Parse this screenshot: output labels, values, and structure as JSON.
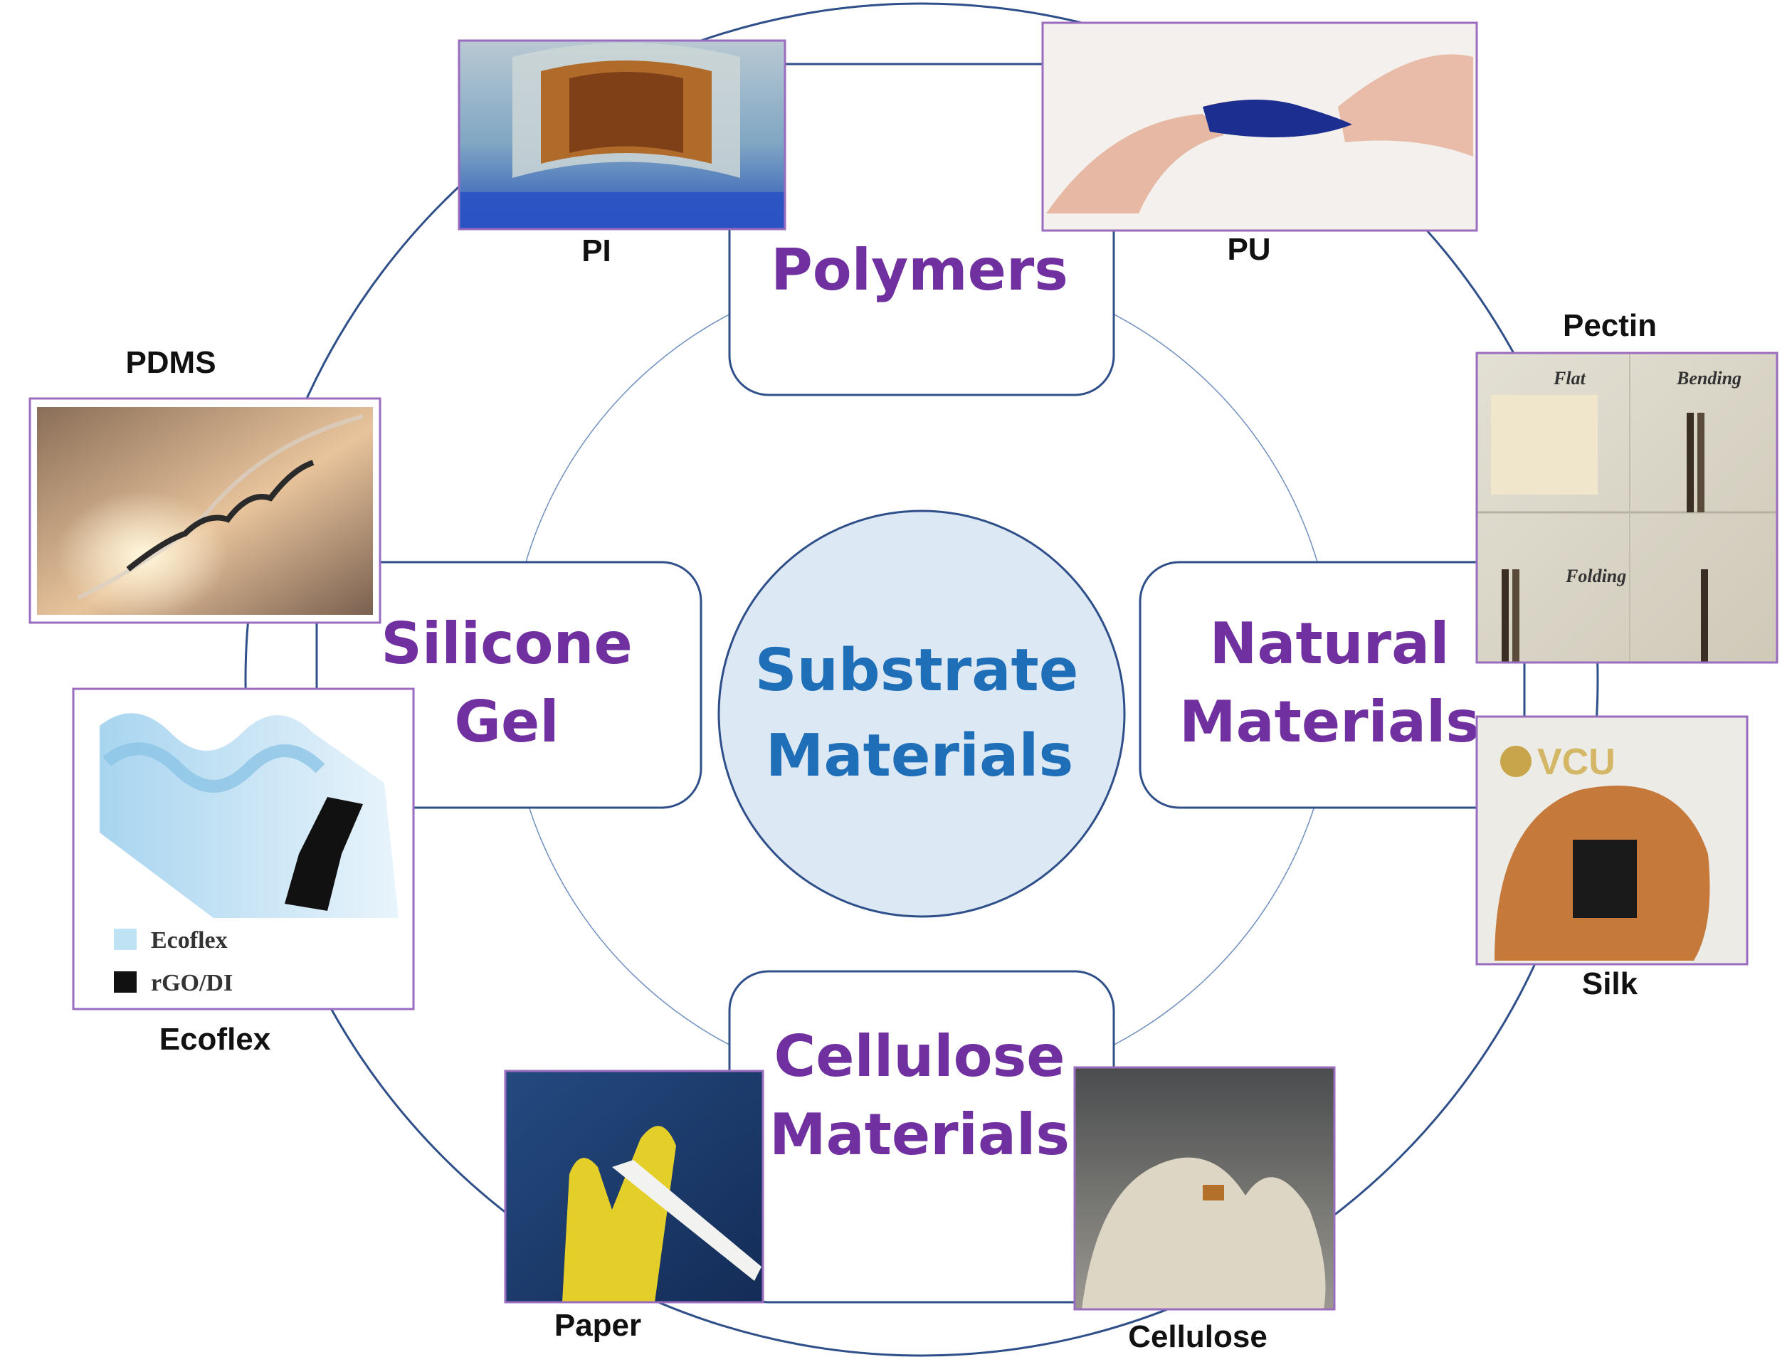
{
  "center": {
    "line1": "Substrate",
    "line2": "Materials"
  },
  "categories": {
    "polymers": {
      "line1": "Polymers"
    },
    "silicone": {
      "line1": "Silicone",
      "line2": "Gel"
    },
    "natural": {
      "line1": "Natural",
      "line2": "Materials"
    },
    "cellulose": {
      "line1": "Cellulose",
      "line2": "Materials"
    }
  },
  "photos": {
    "pi": {
      "label": "PI"
    },
    "pu": {
      "label": "PU"
    },
    "pdms": {
      "label": "PDMS"
    },
    "ecoflex": {
      "label": "Ecoflex",
      "legend_1": "Ecoflex",
      "legend_2": "rGO/DI"
    },
    "pectin": {
      "label": "Pectin",
      "tag_flat": "Flat",
      "tag_bending": "Bending",
      "tag_folding": "Folding"
    },
    "silk": {
      "label": "Silk",
      "logo_text": "VCU"
    },
    "paper": {
      "label": "Paper"
    },
    "cellulose": {
      "label": "Cellulose"
    }
  },
  "colors": {
    "category_text": "#7030a0",
    "center_text": "#1f6fb8",
    "center_fill": "#dde8f5",
    "ring_stroke": "#2f4f8a",
    "frame_stroke": "#9a6cc0"
  }
}
